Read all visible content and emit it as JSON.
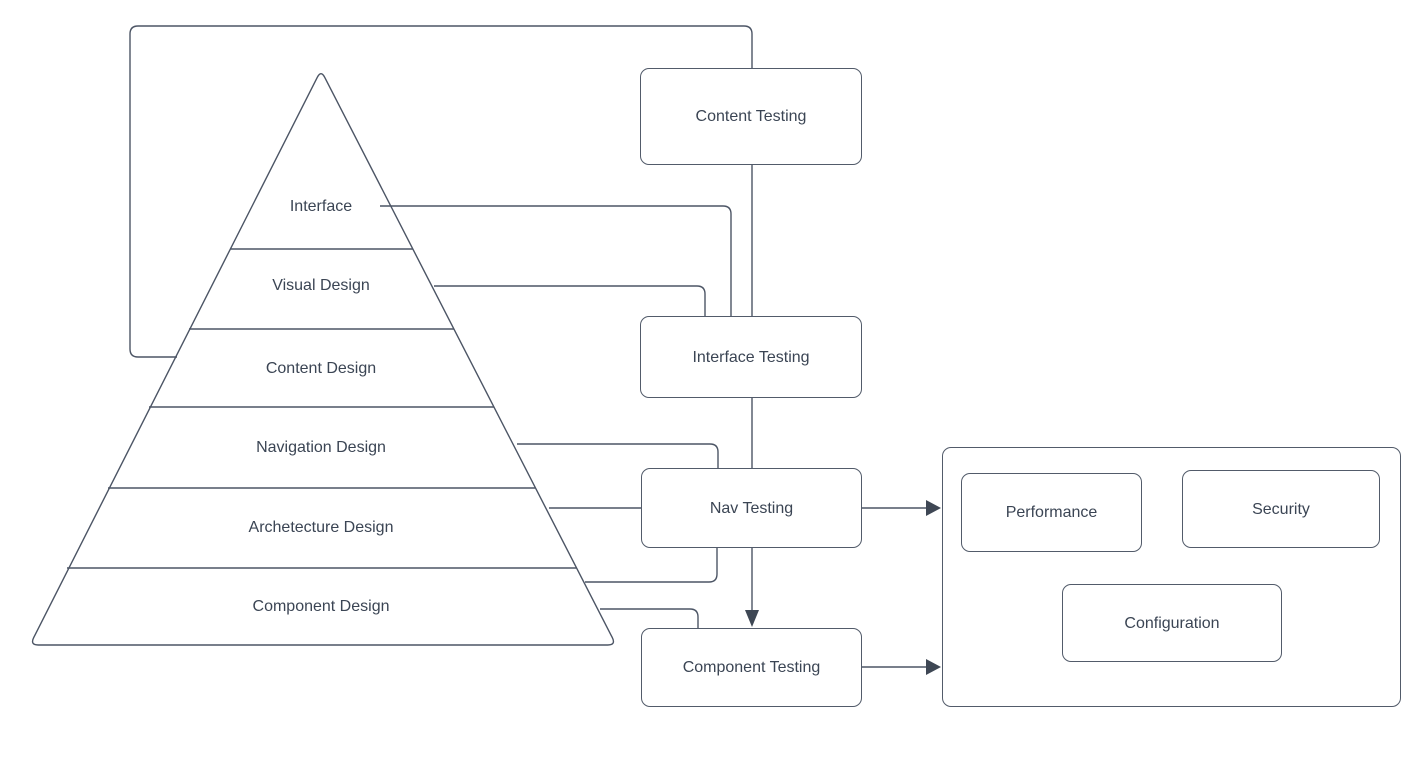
{
  "colors": {
    "background": "#ffffff",
    "stroke": "#4c5565",
    "text": "#3b4554"
  },
  "pyramid": {
    "layers": [
      {
        "label": "Interface"
      },
      {
        "label": "Visual Design"
      },
      {
        "label": "Content Design"
      },
      {
        "label": "Navigation Design"
      },
      {
        "label": "Archetecture Design"
      },
      {
        "label": "Component Design"
      }
    ]
  },
  "testing_flow": {
    "nodes": [
      {
        "label": "Content Testing"
      },
      {
        "label": "Interface Testing"
      },
      {
        "label": "Nav Testing"
      },
      {
        "label": "Component Testing"
      }
    ]
  },
  "system_group": {
    "nodes": [
      {
        "label": "Performance"
      },
      {
        "label": "Security"
      },
      {
        "label": "Configuration"
      }
    ]
  },
  "connections": [
    {
      "from": "Content Design",
      "to": "Content Testing",
      "arrow": false
    },
    {
      "from": "Interface",
      "to": "Interface Testing",
      "arrow": false
    },
    {
      "from": "Visual Design",
      "to": "Interface Testing",
      "arrow": false
    },
    {
      "from": "Content Testing",
      "to": "Interface Testing",
      "arrow": false
    },
    {
      "from": "Interface Testing",
      "to": "Nav Testing",
      "arrow": false
    },
    {
      "from": "Navigation Design",
      "to": "Nav Testing",
      "arrow": false
    },
    {
      "from": "Archetecture Design",
      "to": "Nav Testing",
      "arrow": false
    },
    {
      "from": "Archetecture Design base",
      "to": "Nav Testing",
      "arrow": false
    },
    {
      "from": "Component Design",
      "to": "Component Testing",
      "arrow": false
    },
    {
      "from": "Nav Testing",
      "to": "Component Testing",
      "arrow": true
    },
    {
      "from": "Nav Testing",
      "to": "system group",
      "arrow": true
    },
    {
      "from": "Component Testing",
      "to": "system group",
      "arrow": true
    }
  ]
}
